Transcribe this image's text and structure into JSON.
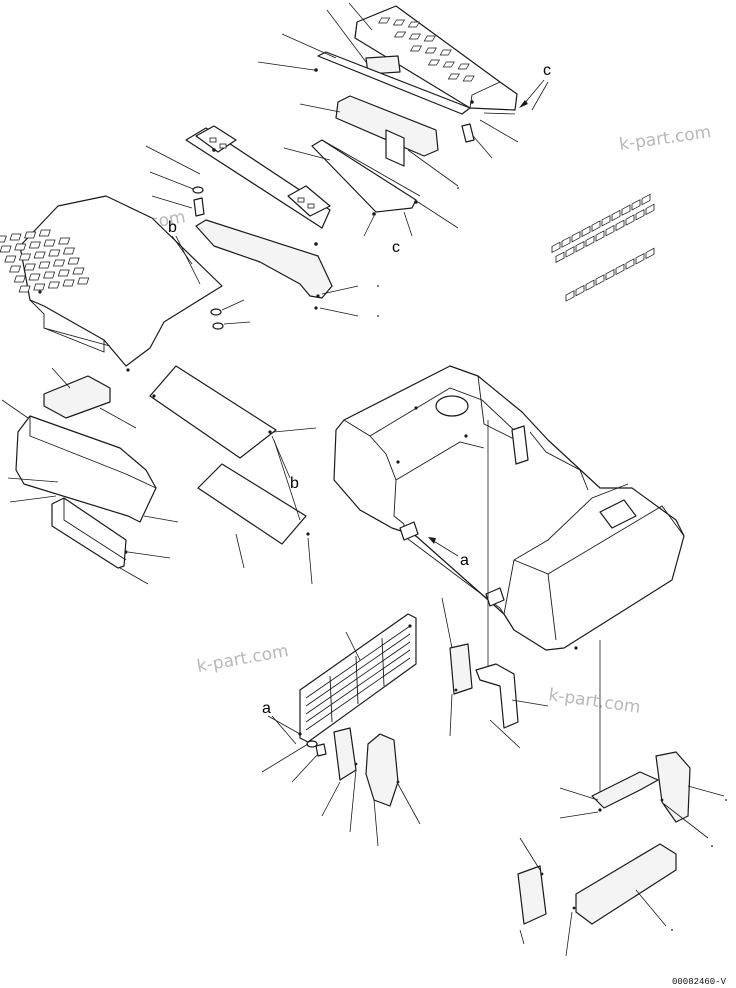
{
  "callouts": {
    "a_top": "a",
    "a_bottom": "a",
    "b_top": "b",
    "b_bottom": "b",
    "c_right": "c",
    "c_lower": "c"
  },
  "watermarks": [
    "k-part.com",
    "k-part.com",
    "k-part.com",
    "k-part.com"
  ],
  "drawing_code": "00082460-V",
  "colors": {
    "line": "#1a1a1a",
    "watermark": "#b8b8b8",
    "background": "#ffffff"
  }
}
